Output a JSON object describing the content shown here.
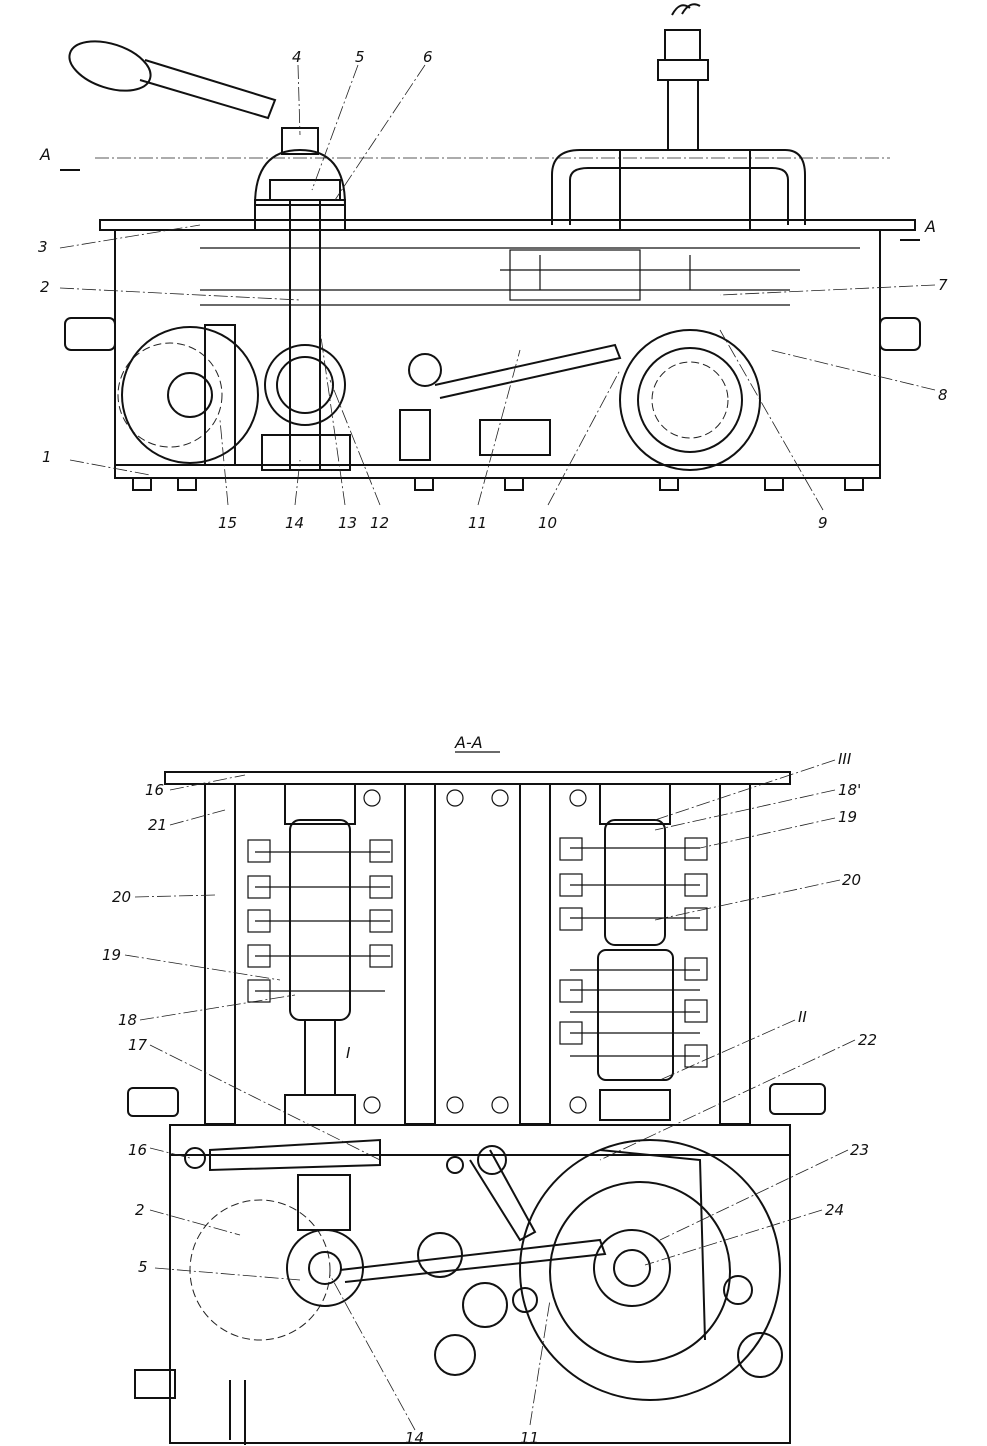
{
  "top_view": {
    "section_marks": [
      "A",
      "A"
    ],
    "labels": [
      "1",
      "2",
      "3",
      "4",
      "5",
      "6",
      "7",
      "8",
      "9",
      "10",
      "11",
      "12",
      "13",
      "14",
      "15"
    ]
  },
  "section_view": {
    "title": "A-A",
    "labels": [
      "16",
      "21",
      "20",
      "19",
      "18",
      "17",
      "16",
      "2",
      "5",
      "14",
      "11",
      "III",
      "18'",
      "19",
      "20",
      "II",
      "22",
      "23",
      "24",
      "I"
    ]
  }
}
